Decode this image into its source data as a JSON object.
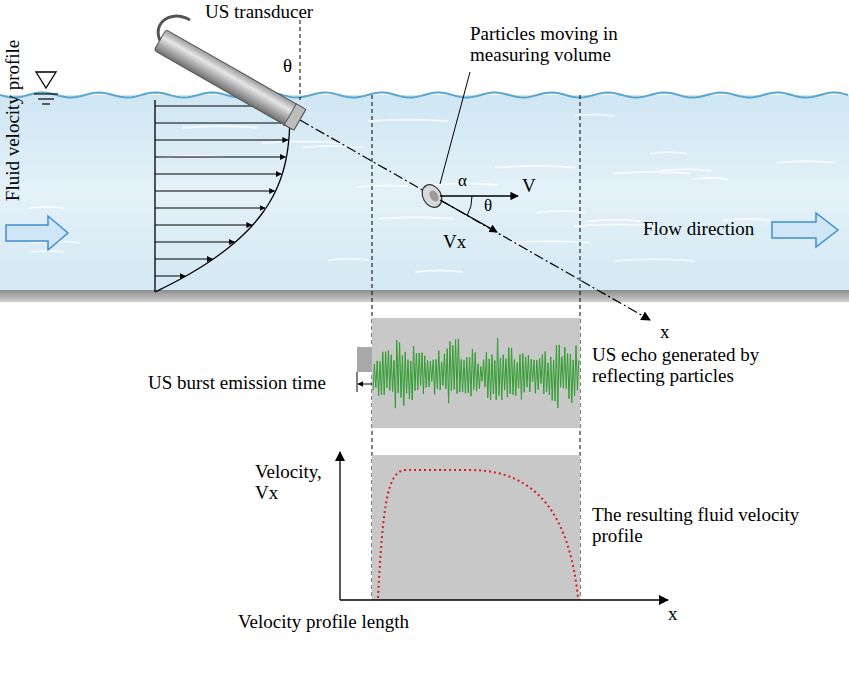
{
  "diagram": {
    "labels": [
      "US transducer",
      "Particles moving in measuring volume",
      "Fluid velocity profile",
      "θ",
      "V",
      "α",
      "θ",
      "Vx",
      "Flow direction",
      "x",
      "US echo generated by reflecting particles",
      "US burst emission time",
      "Velocity, Vx",
      "The resulting fluid velocity profile",
      "x",
      "Velocity profile length"
    ]
  }
}
